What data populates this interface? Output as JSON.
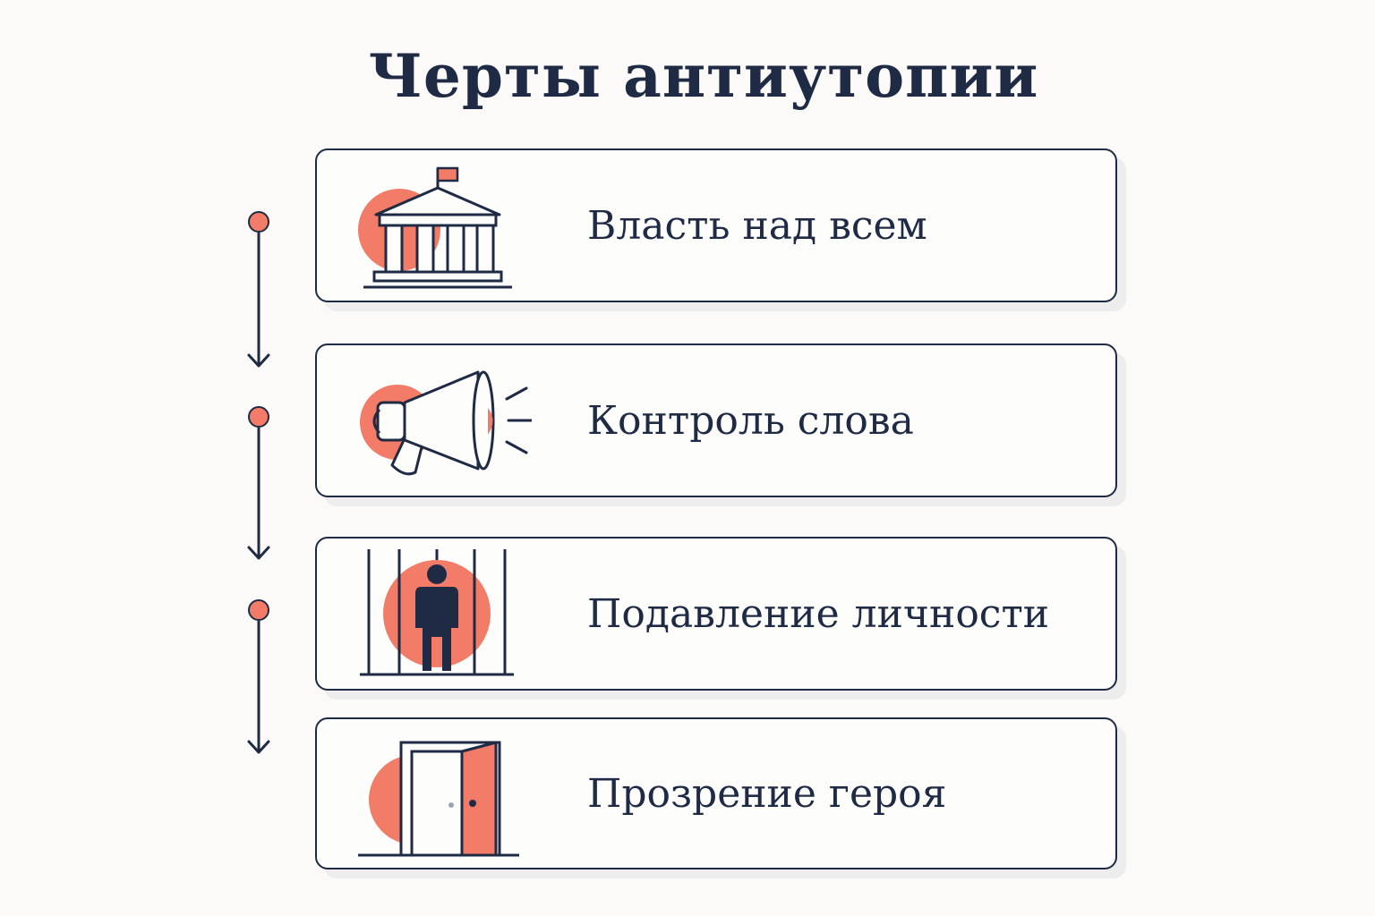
{
  "title": "Черты антиутопии",
  "colors": {
    "ink": "#1f2a44",
    "accent": "#f37c68",
    "background": "#fbfaf8"
  },
  "steps": [
    {
      "label": "Власть над всем",
      "icon": "government-building-icon"
    },
    {
      "label": "Контроль слова",
      "icon": "megaphone-icon"
    },
    {
      "label": "Подавление личности",
      "icon": "person-behind-bars-icon"
    },
    {
      "label": "Прозрение героя",
      "icon": "open-door-icon"
    }
  ]
}
